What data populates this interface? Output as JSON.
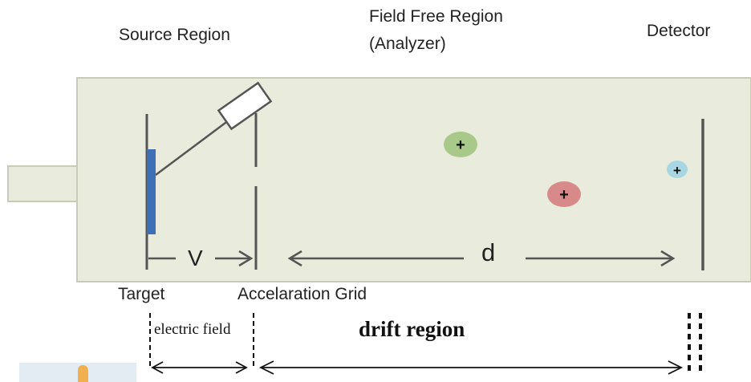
{
  "labels": {
    "source_region": "Source Region",
    "field_free_line1": "Field Free Region",
    "field_free_line2": "(Analyzer)",
    "detector": "Detector",
    "target": "Target",
    "acceleration_grid": "Accelaration Grid",
    "v": "V",
    "d": "d",
    "electric_field": "electric field",
    "drift_region": "drift region"
  },
  "ions": [
    {
      "sign": "+",
      "color": "#a8c98a"
    },
    {
      "sign": "+",
      "color": "#d88a8a"
    },
    {
      "sign": "+",
      "color": "#a9d6e3"
    }
  ],
  "colors": {
    "chamber_fill": "#e9ecdc",
    "chamber_stroke": "#c8cbb8",
    "target_plate": "#3f6fb5",
    "line": "#555555"
  }
}
